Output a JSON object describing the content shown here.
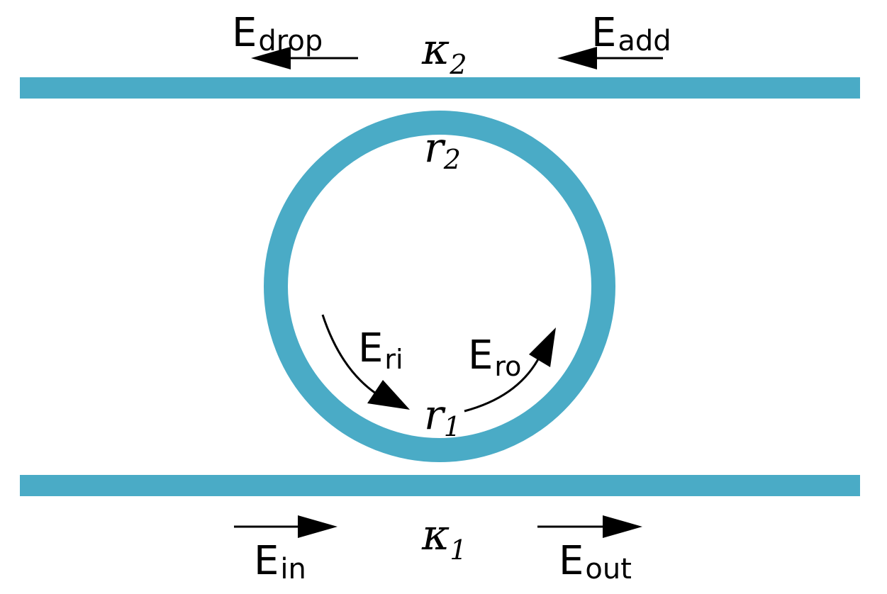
{
  "colors": {
    "waveguide": "#4aabc6",
    "ring": "#4aabc6",
    "arrow": "#000000",
    "text": "#000000",
    "background": "#ffffff"
  },
  "labels": {
    "drop": {
      "main": "E",
      "sub": "drop"
    },
    "add": {
      "main": "E",
      "sub": "add"
    },
    "in": {
      "main": "E",
      "sub": "in"
    },
    "out": {
      "main": "E",
      "sub": "out"
    },
    "ri": {
      "main": "E",
      "sub": "ri"
    },
    "ro": {
      "main": "E",
      "sub": "ro"
    },
    "kappa2": {
      "main": "κ",
      "sub": "2"
    },
    "kappa1": {
      "main": "κ",
      "sub": "1"
    },
    "r2": {
      "main": "r",
      "sub": "2"
    },
    "r1": {
      "main": "r",
      "sub": "1"
    }
  }
}
